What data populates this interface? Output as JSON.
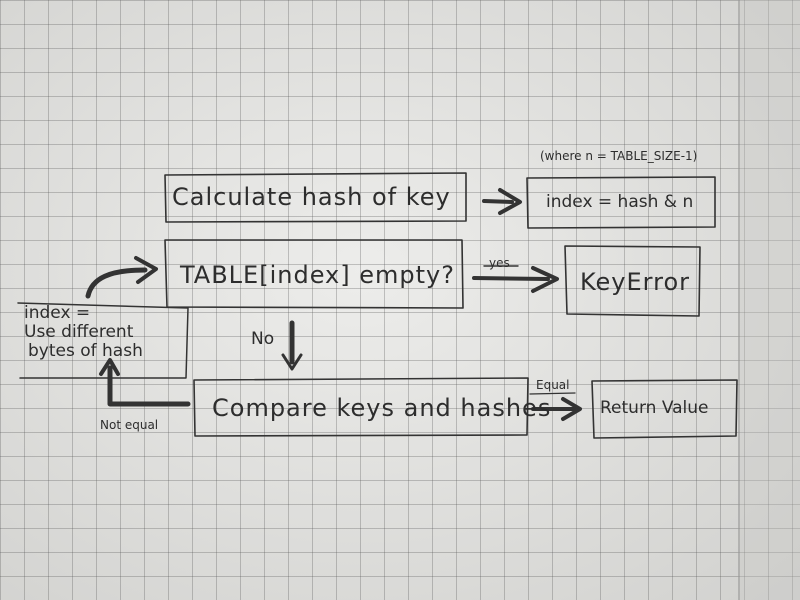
{
  "diagram": {
    "nodes": {
      "calculate": "Calculate hash of key",
      "index_formula": "index = hash & n",
      "index_note": "(where n = TABLE_SIZE-1)",
      "table_check": "TABLE[index] empty?",
      "key_error": "KeyError",
      "rehash_line1": "index =",
      "rehash_line2": "Use different",
      "rehash_line3": "bytes of hash",
      "compare": "Compare keys and hashes",
      "return_value": "Return Value"
    },
    "edges": {
      "yes": "yes",
      "no": "No",
      "equal": "Equal",
      "not_equal": "Not equal"
    }
  }
}
